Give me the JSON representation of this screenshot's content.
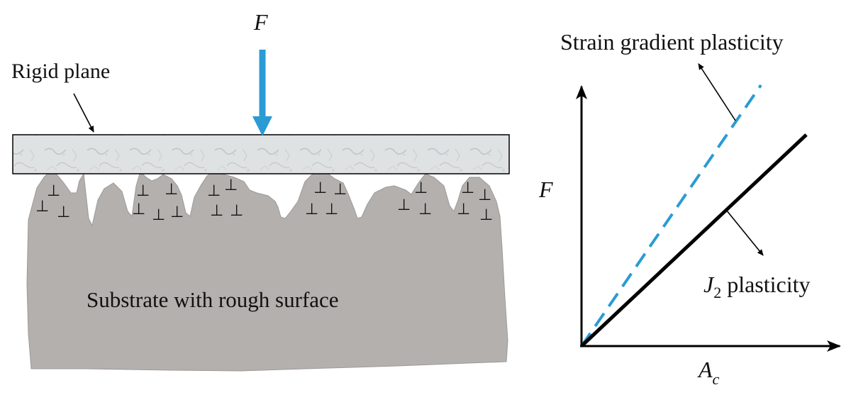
{
  "left_panel": {
    "force_label": "F",
    "rigid_plane_label": "Rigid plane",
    "substrate_label": "Substrate with rough surface",
    "dislocation_symbol": "⊥"
  },
  "right_panel": {
    "y_axis_label": "F",
    "x_axis_label_main": "A",
    "x_axis_label_sub": "c",
    "sgp_label": "Strain gradient plasticity",
    "j2_label_main": "J",
    "j2_label_sub": "2",
    "j2_label_rest": " plasticity"
  },
  "colors": {
    "force_arrow": "#2b9bd4",
    "sgp_line": "#2b9bd4",
    "j2_line": "#000000",
    "substrate": "#b4b0ae",
    "rigid_plane": "#dcdfe0"
  }
}
